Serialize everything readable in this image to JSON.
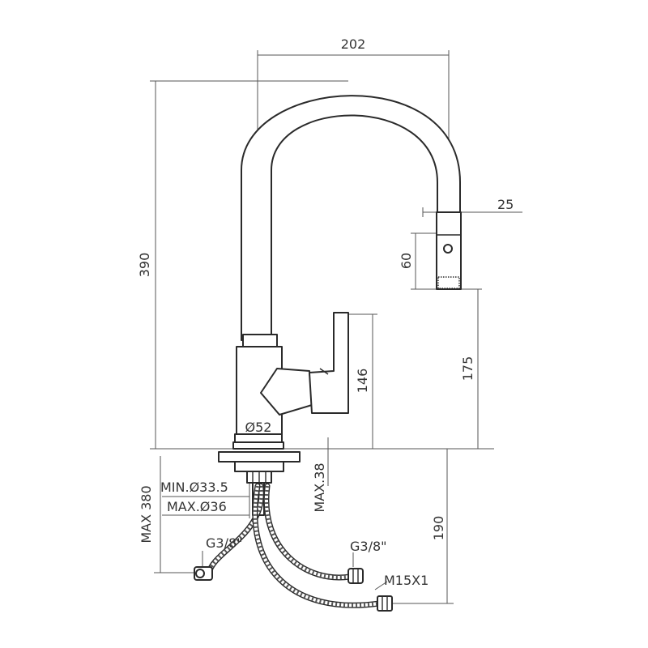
{
  "dimensions": {
    "spout_reach": "202",
    "total_height": "390",
    "head_diameter": "25",
    "head_length": "60",
    "spout_clearance": "175",
    "lever_height": "146",
    "base_diameter": "Ø52",
    "hole_min": "MIN.Ø33.5",
    "hole_max": "MAX.Ø36",
    "deck_thickness": "MAX.38",
    "hose_length": "MAX 380",
    "under_deck": "190",
    "thread_left": "G3/8\"",
    "thread_right": "G3/8\"",
    "outlet_thread": "M15X1"
  },
  "colors": {
    "line": "#2a2a2a",
    "dimension": "#555555"
  }
}
